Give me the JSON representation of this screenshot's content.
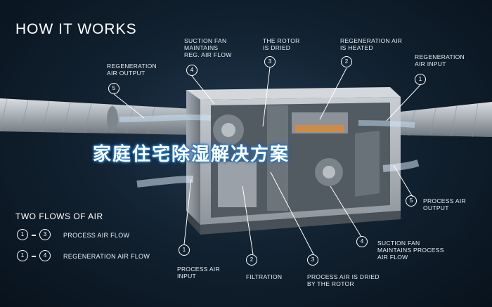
{
  "title": "HOW IT WORKS",
  "banner": "家庭住宅除湿解决方案",
  "flows": {
    "title": "TWO FLOWS OF AIR",
    "items": [
      {
        "from": "1",
        "to": "3",
        "label": "PROCESS AIR FLOW"
      },
      {
        "from": "1",
        "to": "4",
        "label": "REGENERATION AIR FLOW"
      }
    ]
  },
  "top_callouts": [
    {
      "num": "5",
      "label": "REGENERATION\nAIR OUTPUT"
    },
    {
      "num": "4",
      "label": "SUCTION FAN\nMAINTAINS\nREG. AIR FLOW"
    },
    {
      "num": "3",
      "label": "THE ROTOR\nIS DRIED"
    },
    {
      "num": "2",
      "label": "REGENERATION AIR\nIS HEATED"
    },
    {
      "num": "1",
      "label": "REGENERATION\nAIR INPUT"
    }
  ],
  "bottom_callouts": [
    {
      "num": "1",
      "label": "PROCESS AIR\nINPUT"
    },
    {
      "num": "2",
      "label": "FILTRATION"
    },
    {
      "num": "3",
      "label": "PROCESS AIR IS DRIED\nBY THE ROTOR"
    },
    {
      "num": "4",
      "label": "SUCTION FAN\nMAINTAINS PROCESS\nAIR FLOW"
    },
    {
      "num": "5",
      "label": "PROCESS AIR\nOUTPUT"
    }
  ],
  "colors": {
    "accent": "#2a7fd0",
    "background": "#122231",
    "line": "#ffffff"
  }
}
